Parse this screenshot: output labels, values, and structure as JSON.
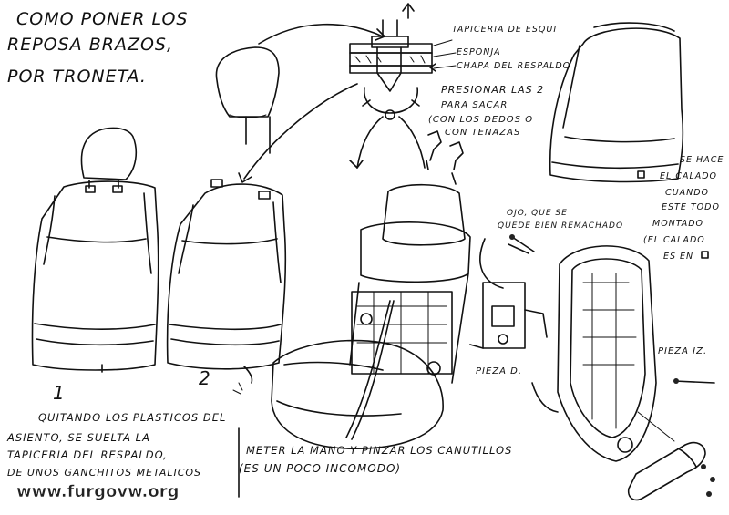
{
  "title_lines": [
    "COMO PONER LOS",
    "REPOSA BRAZOS,",
    "POR TRONETA."
  ],
  "callouts": {
    "layers": [
      "TAPICERIA DE ESQUI",
      "ESPONJA",
      "CHAPA DEL RESPALDO"
    ],
    "press": [
      "PRESIONAR LAS 2",
      "PARA SACAR",
      "(CON LOS DEDOS O",
      "CON TENAZAS"
    ],
    "hole_note": [
      "SE HACE",
      "EL CALADO",
      "CUANDO",
      "ESTE TODO",
      "MONTADO",
      "(EL CALADO",
      "ES EN"
    ],
    "ojo": [
      "OJO, QUE SE",
      "QUEDE BIEN REMACHADO"
    ],
    "step1": "1",
    "step2": "2",
    "quitando": [
      "QUITANDO LOS PLASTICOS DEL",
      "ASIENTO, SE SUELTA LA",
      "TAPICERIA DEL RESPALDO,",
      "DE UNOS GANCHITOS METALICOS"
    ],
    "meter": [
      "METER LA MANO Y PINZAR LOS CANUTILLOS",
      "(ES UN POCO INCOMODO)"
    ],
    "pieza_d": "PIEZA D.",
    "pieza_iz": "PIEZA IZ."
  },
  "watermark": "www.furgovw.org"
}
